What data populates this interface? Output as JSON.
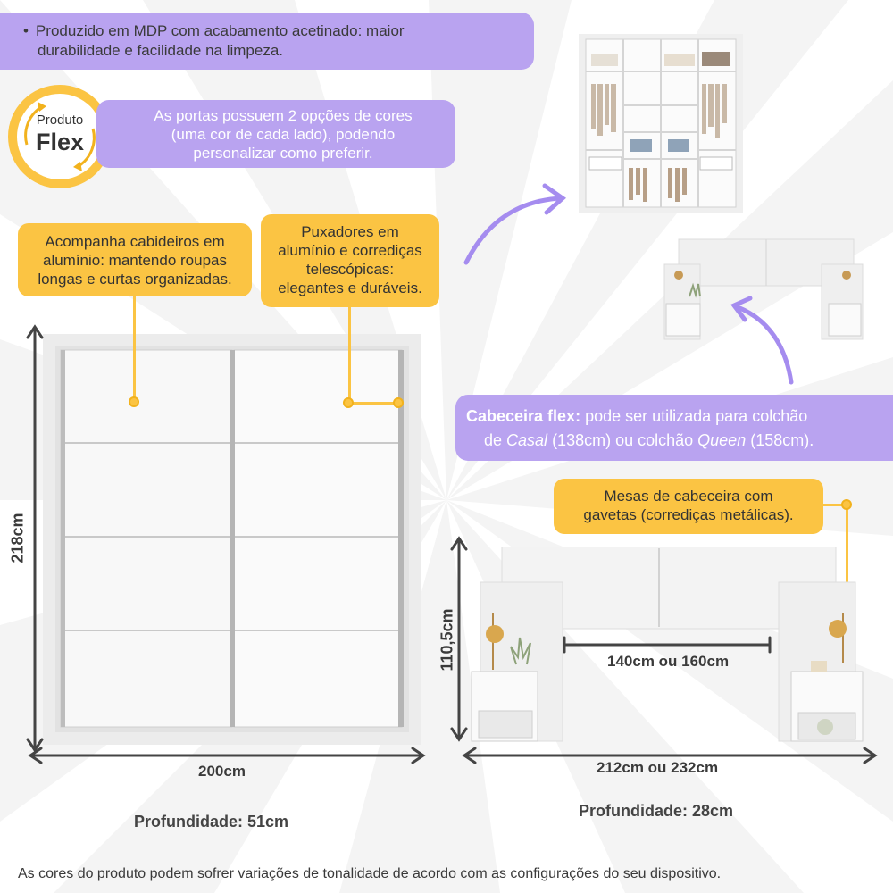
{
  "colors": {
    "lavender": "#b9a3f0",
    "yellow": "#fbc443",
    "flex_purple": "#7a5dd6",
    "text": "#3a3a3a"
  },
  "top_note": {
    "bullet": "•",
    "line1": "Produzido em MDP com acabamento acetinado: maior",
    "line2": "durabilidade e facilidade na limpeza."
  },
  "flex_badge": {
    "word1": "Produto",
    "word2": "Flex"
  },
  "doors_note": {
    "line1": "As portas possuem 2 opções de cores",
    "line2": "(uma cor de cada lado), podendo",
    "line3": "personalizar como preferir."
  },
  "hangers_note": {
    "line1": "Acompanha cabideiros em",
    "line2": "alumínio: mantendo roupas",
    "line3": "longas e curtas organizadas."
  },
  "handles_note": {
    "line1": "Puxadores em",
    "line2": "alumínio e corrediças",
    "line3": "telescópicas:",
    "line4": "elegantes e duráveis."
  },
  "headboard_note": {
    "bold": "Cabeceira flex:",
    "line1_rest": " pode ser utilizada para colchão",
    "line2_a": "de ",
    "line2_casal": "Casal",
    "line2_b": " (138cm) ou colchão ",
    "line2_queen": "Queen",
    "line2_c": " (158cm)."
  },
  "nightstand_note": {
    "line1": "Mesas de cabeceira com",
    "line2": "gavetas (corrediças metálicas)."
  },
  "wardrobe_dims": {
    "height": "218cm",
    "width": "200cm",
    "depth": "Profundidade: 51cm"
  },
  "headboard_dims": {
    "height": "110,5cm",
    "inner_width": "140cm ou 160cm",
    "width": "212cm ou 232cm",
    "depth": "Profundidade: 28cm"
  },
  "disclaimer": "As cores do produto podem sofrer variações de tonalidade de acordo com as configurações do seu dispositivo."
}
